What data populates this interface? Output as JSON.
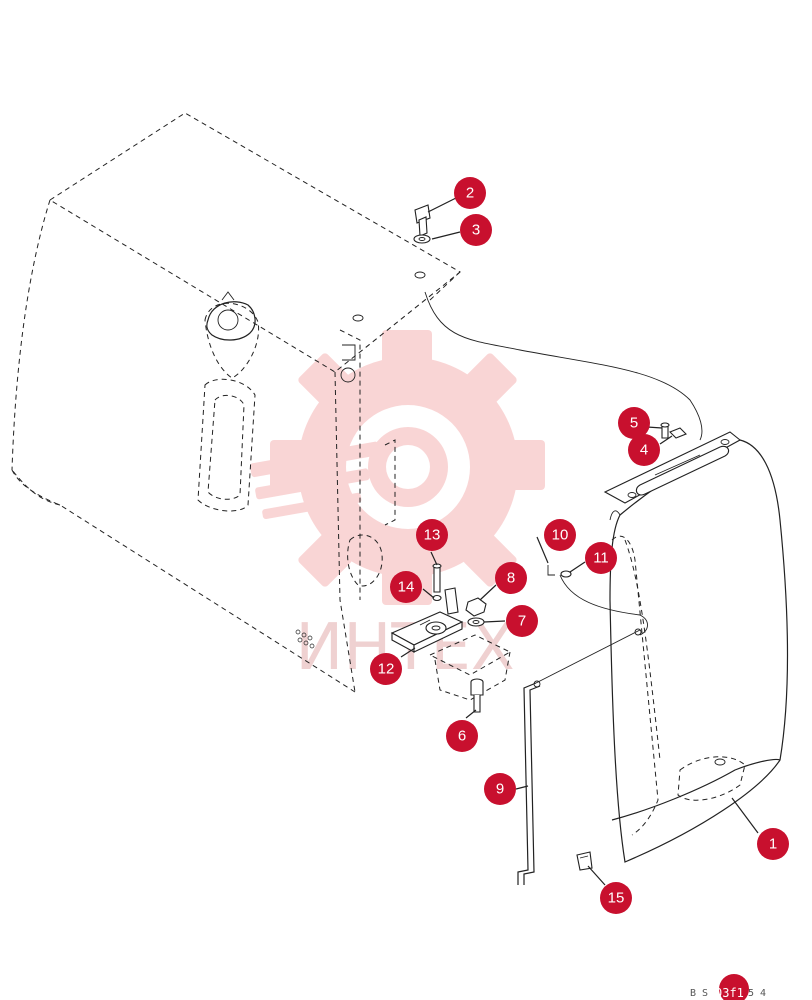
{
  "diagram": {
    "callouts": [
      {
        "id": "1",
        "label": "1"
      },
      {
        "id": "2",
        "label": "2"
      },
      {
        "id": "3",
        "label": "3"
      },
      {
        "id": "4",
        "label": "4"
      },
      {
        "id": "5",
        "label": "5"
      },
      {
        "id": "6",
        "label": "6"
      },
      {
        "id": "7",
        "label": "7"
      },
      {
        "id": "8",
        "label": "8"
      },
      {
        "id": "9",
        "label": "9"
      },
      {
        "id": "10",
        "label": "10"
      },
      {
        "id": "11",
        "label": "11"
      },
      {
        "id": "12",
        "label": "12"
      },
      {
        "id": "13",
        "label": "13"
      },
      {
        "id": "14",
        "label": "14"
      },
      {
        "id": "15",
        "label": "15"
      }
    ],
    "watermark_text": "ИНТЕХ",
    "drawing_code_prefix": "B S ",
    "drawing_code_highlight": "03f1",
    "drawing_code_suffix": " 5 4",
    "colors": {
      "callout_fill": "#c8102e",
      "watermark": "#e98b8b",
      "line": "#222222"
    }
  }
}
